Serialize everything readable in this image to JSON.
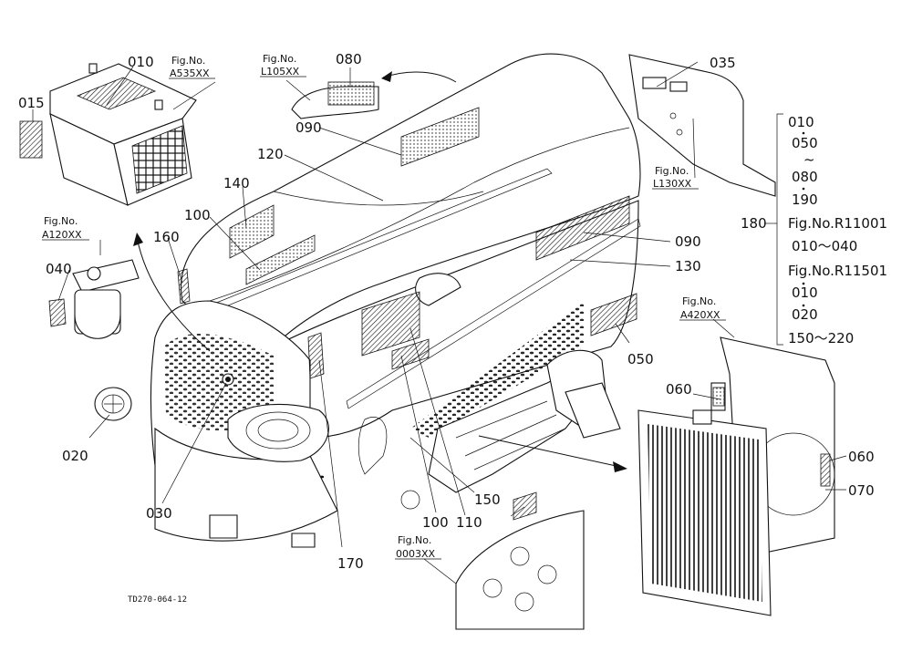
{
  "part_numbers": {
    "p010": "010",
    "p015": "015",
    "p020": "020",
    "p030": "030",
    "p035": "035",
    "p040": "040",
    "p050": "050",
    "p060a": "060",
    "p060b": "060",
    "p070": "070",
    "p080": "080",
    "p090a": "090",
    "p090b": "090",
    "p100a": "100",
    "p100b": "100",
    "p110": "110",
    "p120": "120",
    "p130": "130",
    "p140": "140",
    "p150": "150",
    "p160": "160",
    "p170": "170"
  },
  "figure_refs": {
    "a535": {
      "label": "Fig.No.",
      "code": "A535XX"
    },
    "l105": {
      "label": "Fig.No.",
      "code": "L105XX"
    },
    "l130": {
      "label": "Fig.No.",
      "code": "L130XX"
    },
    "a120": {
      "label": "Fig.No.",
      "code": "A120XX"
    },
    "a420": {
      "label": "Fig.No.",
      "code": "A420XX"
    },
    "f0003": {
      "label": "Fig.No.",
      "code": "0003XX"
    }
  },
  "decal_list": {
    "key": "180",
    "lines": [
      "010",
      "050",
      "~",
      "080",
      "190",
      "Fig.No.R11001",
      "010～040",
      "Fig.No.R11501",
      "010",
      "020",
      "150～220"
    ]
  },
  "drawing_code": "TD270-064-12"
}
